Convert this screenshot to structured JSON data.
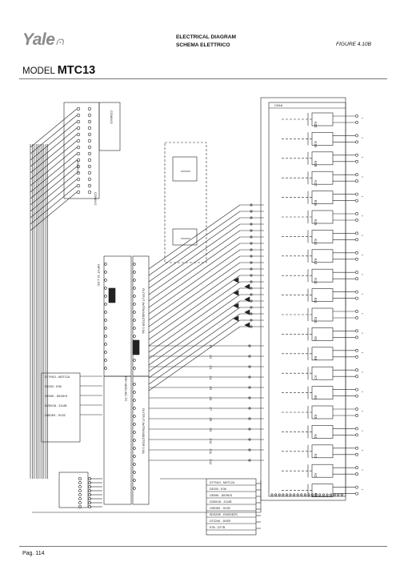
{
  "header": {
    "logo_text": "Yale",
    "title_line1": "ELECTRICAL DIAGRAM",
    "title_line2": "SCHEMA ELETTRICO",
    "figure": "FIGURE 4.10B",
    "model_label": "MODEL",
    "model_value": "MTC13"
  },
  "footer": {
    "page": "Pag. 114"
  },
  "diagram": {
    "legend_rows": [
      "DTYN10 - MDT12U",
      "DE200 - E08",
      "GE59E - DIDSKS",
      "DZMV18 - 3114B",
      "OISDEK - SV9Z",
      "SDSZ0E - EMSOEZS",
      "DTZ24K - DSEE",
      "E7B - DT7B"
    ],
    "module_labels": [
      "EE0 MOD-BC-TC",
      "INPUT 12 x DC",
      "OUTPUT 8xTRANSISTOR 0.5A",
      "COMM.B",
      "COMM.C",
      "COMM.D"
    ],
    "relay_labels": [
      "K20",
      "K19",
      "K18",
      "K17",
      "K16",
      "K15",
      "K14",
      "K13",
      "K12",
      "K11",
      "K10",
      "K9",
      "K8",
      "K7",
      "K6",
      "K5",
      "K4",
      "K3",
      "K2",
      "K1"
    ],
    "bus_labels": [
      "Z1",
      "Z2",
      "Z3",
      "Z4",
      "Z5",
      "Z6",
      "Z7",
      "Z8",
      "Z9",
      "Z10",
      "Z11",
      "Z12"
    ],
    "terminal_tag": "CN16"
  }
}
